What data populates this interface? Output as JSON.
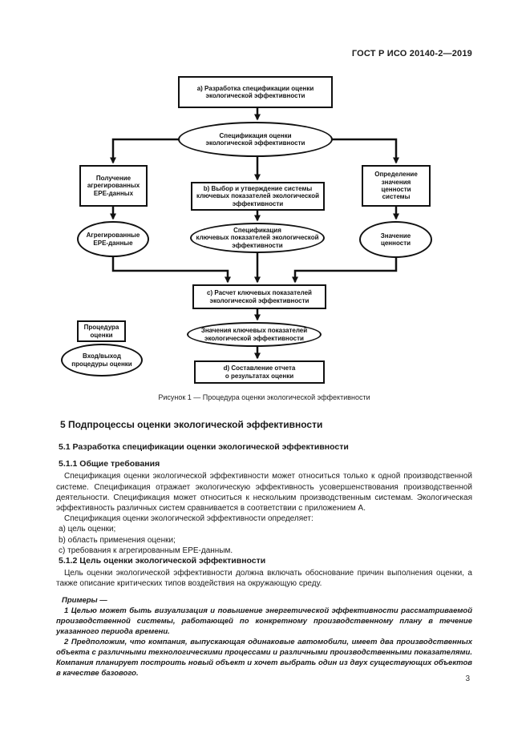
{
  "page": {
    "header": "ГОСТ Р ИСО 20140-2—2019",
    "page_number": "3"
  },
  "figure": {
    "caption": "Рисунок 1 — Процедура оценки экологической эффективности",
    "nodes": {
      "box_a": "а) Разработка спецификации оценки\nэкологической эффективности",
      "ell_spec": "Спецификация оценки\nэкологической эффективности",
      "box_get_epe": "Получение\nагрегированных\nЕРЕ-данных",
      "box_b": "b) Выбор и утверждение системы\nключевых показателей экологической\nэффективности",
      "box_value": "Определение\nзначения\nценности\nсистемы",
      "ell_epe": "Агрегированные\nЕРЕ-данные",
      "ell_kpi_spec": "Спецификация\nключевых показателей экологической\nэффективности",
      "ell_value": "Значение\nценности",
      "box_c": "с) Расчет ключевых показателей\nэкологической эффективности",
      "ell_kpi_values": "Значения ключевых показателей\nэкологической эффективности",
      "box_d": "d) Составление отчета\nо результатах оценки",
      "legend_box": "Процедура\nоценки",
      "legend_ellipse": "Вход/выход\nпроцедуры оценки"
    }
  },
  "content": {
    "h5": "5  Подпроцессы оценки экологической эффективности",
    "h51": "5.1  Разработка спецификации оценки экологической эффективности",
    "h511": "5.1.1  Общие требования",
    "p1": "Спецификация оценки экологической эффективности может относиться только к одной производственной системе. Спецификация отражает экологическую эффективность усовершенствования производственной деятельности. Спецификация может относиться к нескольким производственным системам. Экологическая эффективность различных систем сравнивается в соответствии с приложением А.",
    "p2": "Спецификация оценки экологической эффективности определяет:",
    "list": [
      "a) цель оценки;",
      "b) область применения оценки;",
      "c) требования к агрегированным ЕРЕ-данным."
    ],
    "h512": "5.1.2  Цель оценки экологической эффективности",
    "p3": "Цель оценки экологической эффективности должна включать обоснование причин выполнения оценки, а также описание критических типов воздействия на окружающую среду.",
    "examples_label": "Примеры —",
    "example1": "1 Целью может быть визуализация и повышение энергетической эффективности рассматриваемой производственной системы, работающей по конкретному производственному плану в течение указанного периода времени.",
    "example2": "2 Предположим, что компания, выпускающая одинаковые автомобили, имеет два производственных объекта с различными технологическими процессами и различными производственными показателями. Компания планирует построить новый объект и хочет выбрать один из двух существующих объектов в качестве базового."
  }
}
